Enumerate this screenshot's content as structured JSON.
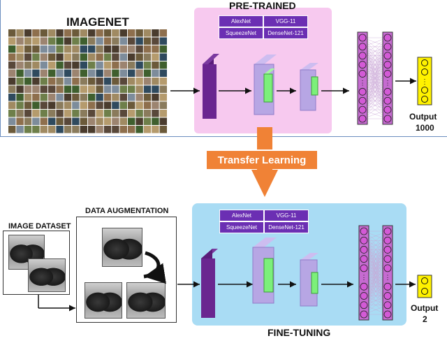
{
  "top": {
    "imagenet_label": "IMAGENET",
    "pretrained_label": "PRE-TRAINED",
    "models": [
      "AlexNet",
      "VGG-11",
      "SqueezeNet",
      "DenseNet-121"
    ],
    "output_label_1": "Output",
    "output_label_2": "1000"
  },
  "middle": {
    "transfer_label": "Transfer Learning"
  },
  "bottom": {
    "image_dataset_label": "IMAGE DATASET",
    "augmentation_label": "DATA AUGMENTATION",
    "models": [
      "AlexNet",
      "VGG-11",
      "SqueezeNet",
      "DenseNet-121"
    ],
    "finetuning_label": "FINE-TUNING",
    "output_label_1": "Output",
    "output_label_2": "2"
  },
  "colors": {
    "pretrained_bg": "#f7c9ef",
    "finetune_bg": "#a9dcf4",
    "model_table": "#6b2fb3",
    "conv_dark": "#5a1c7a",
    "conv_light": "#b7a6e4",
    "inner_green": "#7cf07a",
    "neuron": "#d35ad6",
    "output_node": "#fff200",
    "arrow_orange": "#f08236"
  }
}
